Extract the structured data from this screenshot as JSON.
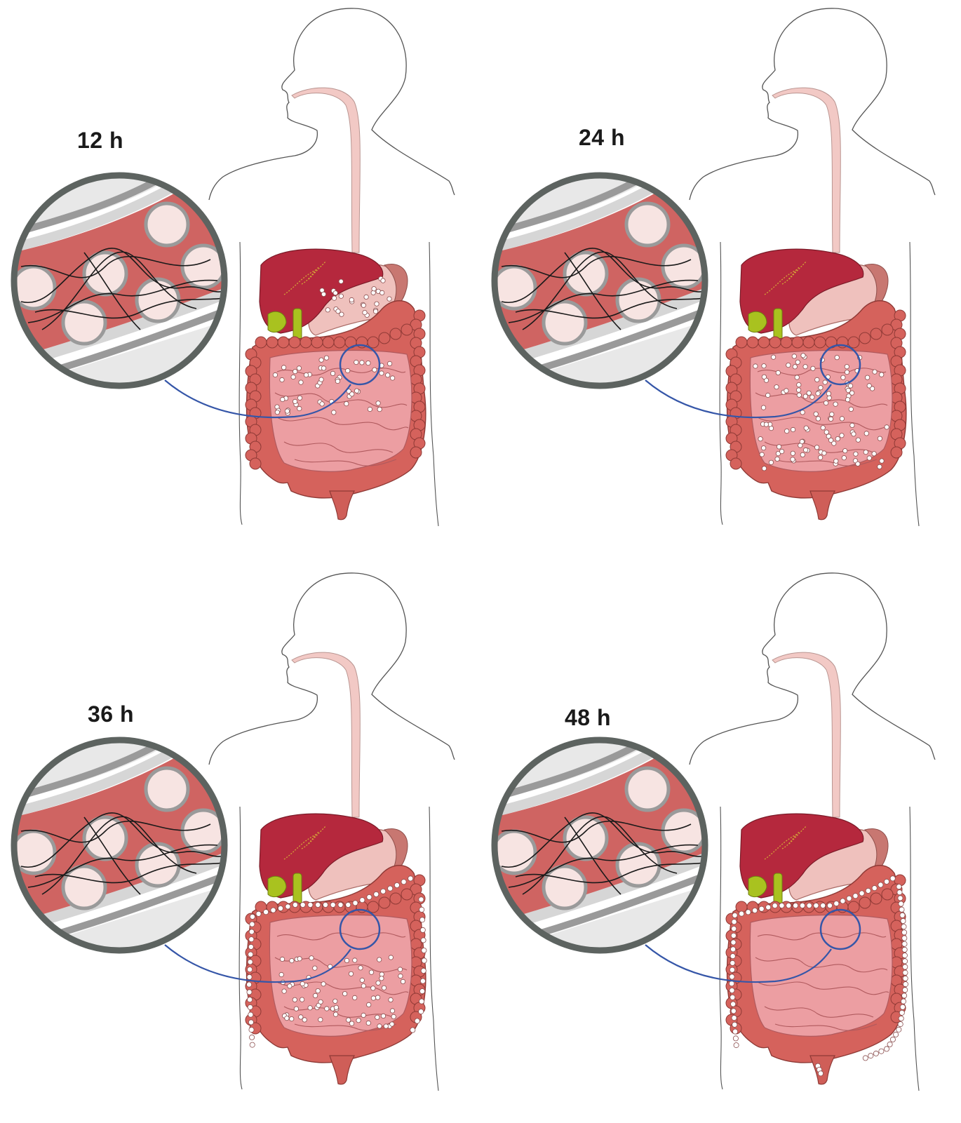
{
  "panels": [
    {
      "label": "12 h",
      "stage": 1
    },
    {
      "label": "24 h",
      "stage": 2
    },
    {
      "label": "36 h",
      "stage": 3
    },
    {
      "label": "48 h",
      "stage": 4
    }
  ],
  "colors": {
    "body_outline": "#555555",
    "esophagus": "#f2c9c5",
    "liver": "#b5283d",
    "gallbladder": "#a9c21f",
    "stomach": "#efc1bd",
    "colon": "#d5625c",
    "small_intestine": "#ec9ea2",
    "magnifier_ring": "#5d6360",
    "vessel_fill": "#cf6462",
    "vessel_wall": "#d6d6d6",
    "particle": "#f7e4e2",
    "particle_ring": "#9a9a9a",
    "fiber": "#1a1a1a",
    "connector": "#3556a8"
  }
}
